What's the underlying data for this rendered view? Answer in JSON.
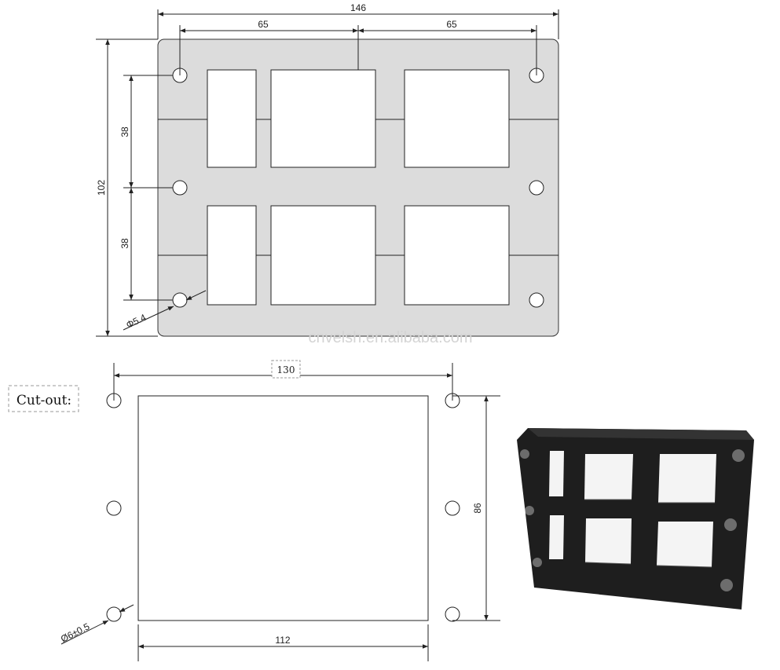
{
  "top_drawing": {
    "overall_width": "146",
    "hole_spacing_left": "65",
    "hole_spacing_right": "65",
    "overall_height": "102",
    "row_spacing_top": "38",
    "row_spacing_bottom": "38",
    "hole_diameter": "Φ5.4",
    "plate_color": "#dcdcdc"
  },
  "watermark": "cnvelsh.en.alibaba.com",
  "cutout": {
    "label": "Cut-out:",
    "hole_spacing": "130",
    "height": "86",
    "width": "112",
    "hole_diameter": "Ø6±0.5"
  },
  "photo": {
    "color": "#1e1e1e"
  }
}
